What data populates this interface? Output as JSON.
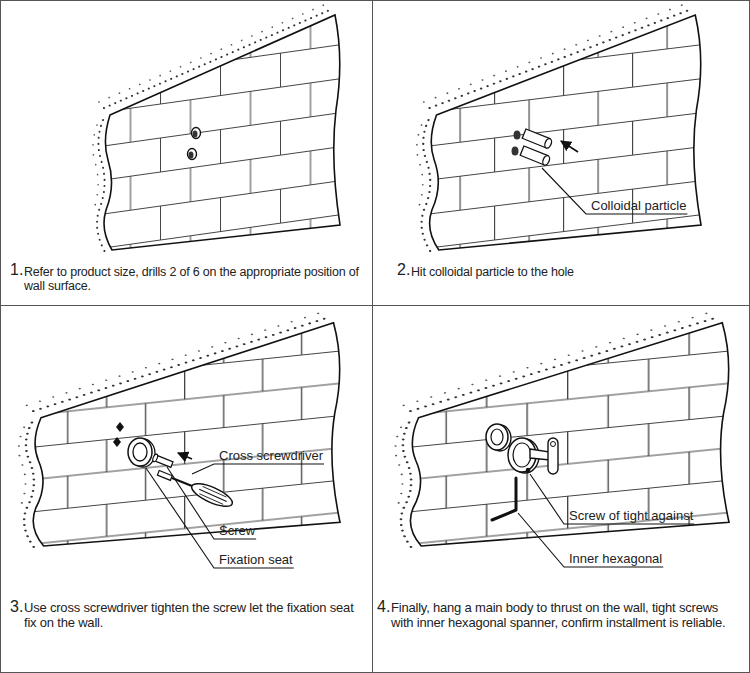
{
  "diagram": {
    "labels": [
      "1.",
      "Refer to product size, drills 2 of 6 on the appropriate position of wall surface.",
      "Colloidal particle",
      "2.",
      "Hit colloidal particle to the hole",
      "Cross screwdriver",
      "Screw",
      "Fixation seat",
      "3.",
      "Use cross screwdriver tighten the screw let the fixation seat fix on the wall.",
      "Screw of tight against",
      "Inner hexagonal",
      "4.",
      "Finally, hang a main body to thrust on the wall, tight screws with inner hexagonal spanner, confirm installment is reliable."
    ]
  }
}
